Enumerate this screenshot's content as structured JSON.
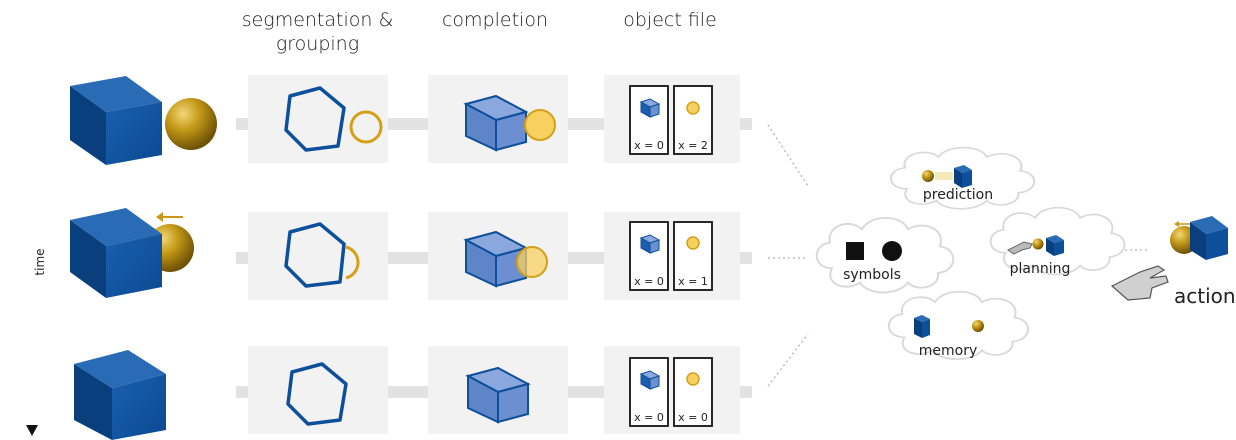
{
  "headers": {
    "segmentation": "segmentation &\ngrouping",
    "completion": "completion",
    "object_file": "object file"
  },
  "time_label": "time",
  "rows": [
    {
      "x_cube": "x = 0",
      "x_sphere": "x = 2"
    },
    {
      "x_cube": "x = 0",
      "x_sphere": "x = 1"
    },
    {
      "x_cube": "x = 0",
      "x_sphere": "x = 0"
    }
  ],
  "clouds": {
    "prediction": "prediction",
    "symbols": "symbols",
    "planning": "planning",
    "memory": "memory"
  },
  "action_label": "action",
  "colors": {
    "cube_front": "#0d4f9a",
    "cube_side": "#0a3f7e",
    "cube_top": "#2a6bb5",
    "sphere": "#b8900e",
    "outline_blue": "#0d4f9a",
    "outline_gold": "#d4a017",
    "fill_blue_light": "#6b8fd0",
    "fill_gold_light": "#f8d060",
    "panel_bg": "#f2f2f2",
    "connector": "#e2e2e2"
  }
}
